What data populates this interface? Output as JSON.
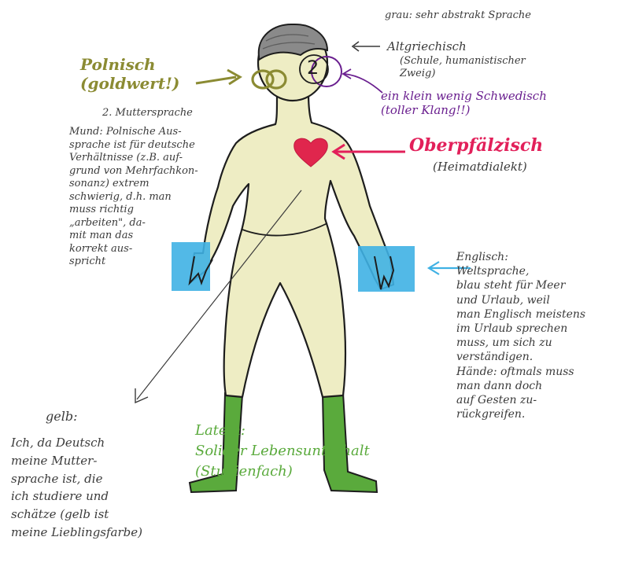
{
  "colors": {
    "skin": "#eeedc4",
    "hair": "#8a8a8a",
    "outline": "#1d1d1d",
    "heart": "#e0264d",
    "blue": "#3fb1e4",
    "green": "#5aaa3c",
    "olive": "#8b8b33",
    "purple": "#6a1f8f",
    "red": "#e2205a",
    "dark": "#3a3a3a"
  },
  "annotations": {
    "grau": "grau: sehr abstrakt Sprache",
    "altgriechisch": "Altgriechisch",
    "altgriechisch_detail": "(Schule, humanistischer\nZweig)",
    "schwedisch": "ein klein wenig Schwedisch\n(toller Klang!!)",
    "polnisch": "Polnisch\n(goldwert!)",
    "muttersprache2": "2. Muttersprache",
    "mund": "Mund: Polnische Aus-\nsprache ist für deutsche\nVerhältnisse (z.B. auf-\ngrund von Mehrfachkon-\nsonanz) extrem\nschwierig, d.h. man\nmuss richtig\n„arbeiten\", da-\nmit man das\nkorrekt aus-\nspricht",
    "oberpfaelzisch": "Oberpfälzisch",
    "heimatdialekt": "(Heimatdialekt)",
    "englisch": "Englisch:\nWeltsprache,\nblau steht für Meer\nund Urlaub, weil\nman Englisch meistens\nim Urlaub sprechen\nmuss, um sich zu\nverständigen.\nHände: oftmals muss\nman dann doch\nauf Gesten zu-\nrückgreifen.",
    "gelb_title": "gelb:",
    "gelb_body": "Ich, da Deutsch\nmeine Mutter-\nsprache ist, die\nich studiere und\nschätze (gelb ist\nmeine Lieblingsfarbe)",
    "latein": "Latein:\nSolider Lebensunterhalt\n(Studienfach)",
    "head_number": "2"
  }
}
